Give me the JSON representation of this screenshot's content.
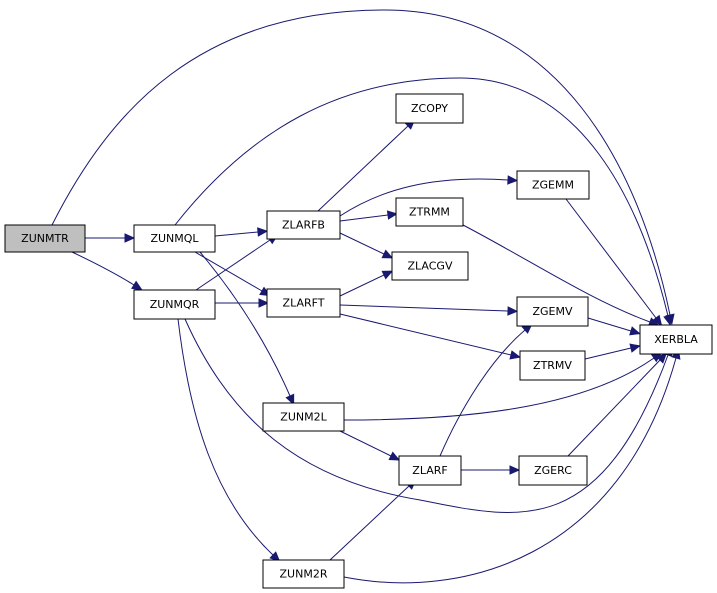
{
  "graph": {
    "nodes": {
      "zunmtr": "ZUNMTR",
      "zunmql": "ZUNMQL",
      "zunmqr": "ZUNMQR",
      "zlarfb": "ZLARFB",
      "zlarft": "ZLARFT",
      "zunm2l": "ZUNM2L",
      "zunm2r": "ZUNM2R",
      "zcopy": "ZCOPY",
      "ztrmm": "ZTRMM",
      "zlacgv": "ZLACGV",
      "zlarf": "ZLARF",
      "zgemm": "ZGEMM",
      "zgemv": "ZGEMV",
      "ztrmv": "ZTRMV",
      "zgerc": "ZGERC",
      "xerbla": "XERBLA"
    },
    "root": "zunmtr",
    "edges": [
      [
        "zunmtr",
        "zunmql"
      ],
      [
        "zunmtr",
        "zunmqr"
      ],
      [
        "zunmtr",
        "xerbla"
      ],
      [
        "zunmql",
        "zlarfb"
      ],
      [
        "zunmql",
        "zlarft"
      ],
      [
        "zunmql",
        "zunm2l"
      ],
      [
        "zunmql",
        "xerbla"
      ],
      [
        "zunmqr",
        "zlarfb"
      ],
      [
        "zunmqr",
        "zlarft"
      ],
      [
        "zunmqr",
        "zunm2r"
      ],
      [
        "zunmqr",
        "xerbla"
      ],
      [
        "zlarfb",
        "zcopy"
      ],
      [
        "zlarfb",
        "zgemm"
      ],
      [
        "zlarfb",
        "ztrmm"
      ],
      [
        "zlarfb",
        "zlacgv"
      ],
      [
        "zlarft",
        "zlacgv"
      ],
      [
        "zlarft",
        "zgemv"
      ],
      [
        "zlarft",
        "ztrmv"
      ],
      [
        "zunm2l",
        "zlarf"
      ],
      [
        "zunm2l",
        "xerbla"
      ],
      [
        "zunm2r",
        "zlarf"
      ],
      [
        "zunm2r",
        "xerbla"
      ],
      [
        "zlarf",
        "zgemv"
      ],
      [
        "zlarf",
        "zgerc"
      ],
      [
        "zgemm",
        "xerbla"
      ],
      [
        "ztrmm",
        "xerbla"
      ],
      [
        "zgemv",
        "xerbla"
      ],
      [
        "ztrmv",
        "xerbla"
      ],
      [
        "zgerc",
        "xerbla"
      ]
    ]
  },
  "colors": {
    "edge": "#191970",
    "root_fill": "#bfbfbf",
    "node_fill": "#ffffff",
    "node_border": "#000000"
  }
}
